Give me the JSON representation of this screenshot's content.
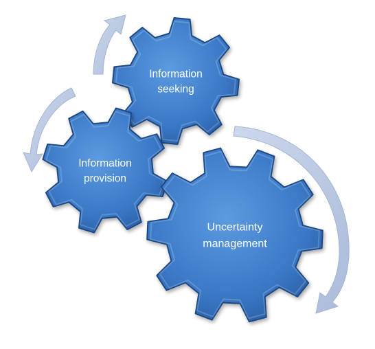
{
  "diagram": {
    "gears": [
      {
        "id": "seeking",
        "lines": [
          "Information",
          "seeking"
        ]
      },
      {
        "id": "provision",
        "lines": [
          "Information",
          "provision"
        ]
      },
      {
        "id": "uncertainty",
        "lines": [
          "Uncertainty",
          "management"
        ]
      }
    ],
    "colors": {
      "gear_fill_light": "#4f8fd6",
      "gear_fill_dark": "#2a63ab",
      "gear_stroke": "#1c4a86",
      "arrow_fill": "#b9c8e2",
      "arrow_stroke": "#a3b6d6",
      "label_color": "#ffffff"
    }
  }
}
